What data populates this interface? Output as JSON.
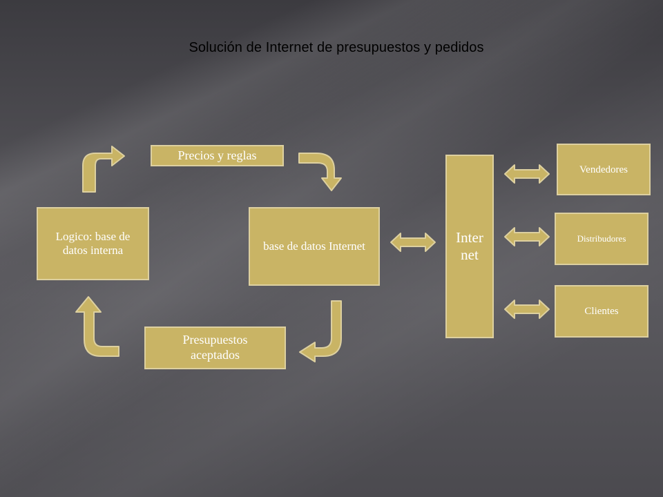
{
  "title": "Solución de Internet de presupuestos y pedidos",
  "nodes": {
    "logico": "Logico: base de datos interna",
    "precios": "Precios y reglas",
    "bd_internet": "base de datos Internet",
    "presupuestos": "Presupuestos aceptados",
    "internet": "Internet",
    "vendedores": "Vendedores",
    "distribudores": "Distribudores",
    "clientes": "Clientes"
  },
  "colors": {
    "box_fill": "#c9b465",
    "box_border": "#ddd0a0",
    "box_text": "#ffffff",
    "background": "#4a494e",
    "title_text": "#000000"
  }
}
